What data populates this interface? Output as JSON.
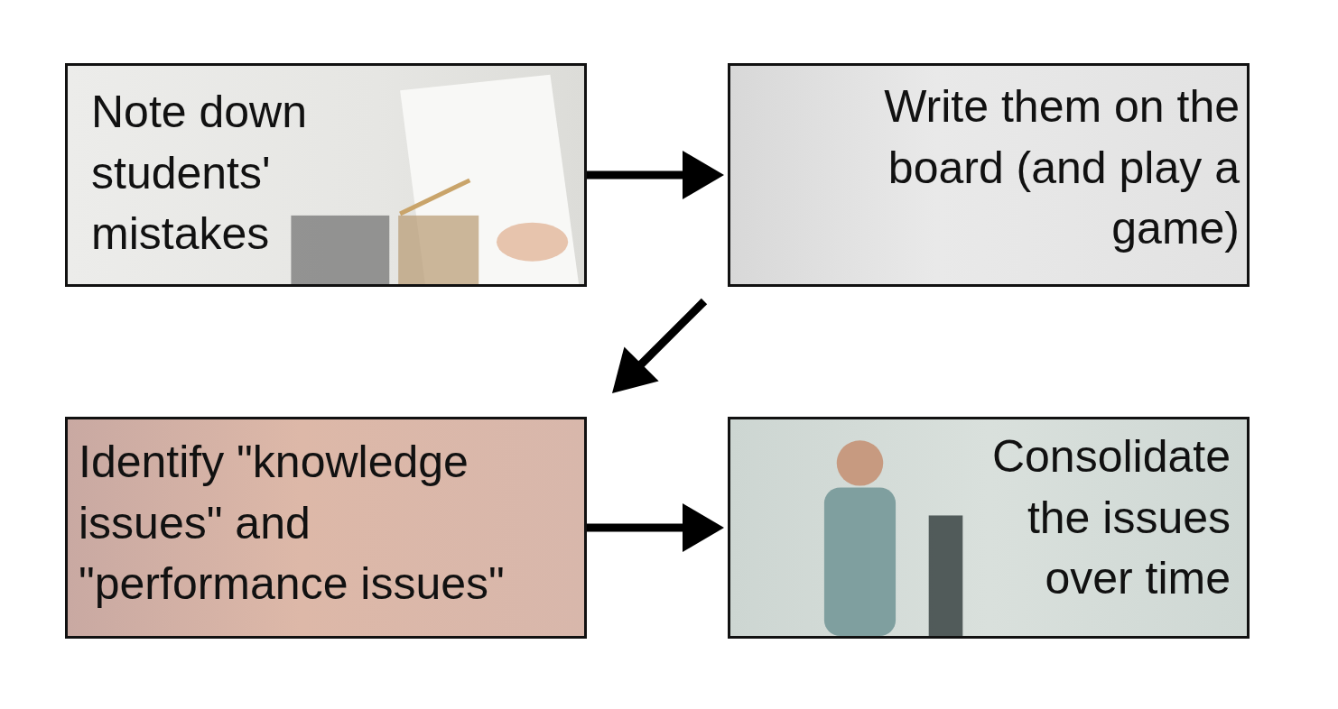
{
  "diagram": {
    "nodes": [
      {
        "text": [
          "Note down students' mistakes"
        ]
      },
      {
        "text": [
          "Write them on the board (and play a game)"
        ]
      },
      {
        "text": [
          "Identify \"knowledge issues\" and \"performance issues\""
        ]
      },
      {
        "text": [
          "Consolidate the issues over time"
        ]
      }
    ],
    "edges": [
      {
        "from": 0,
        "to": 1,
        "arrow": "to"
      },
      {
        "from": 1,
        "to": 2,
        "arrow": "to"
      },
      {
        "from": 2,
        "to": 3,
        "arrow": "to"
      }
    ]
  }
}
